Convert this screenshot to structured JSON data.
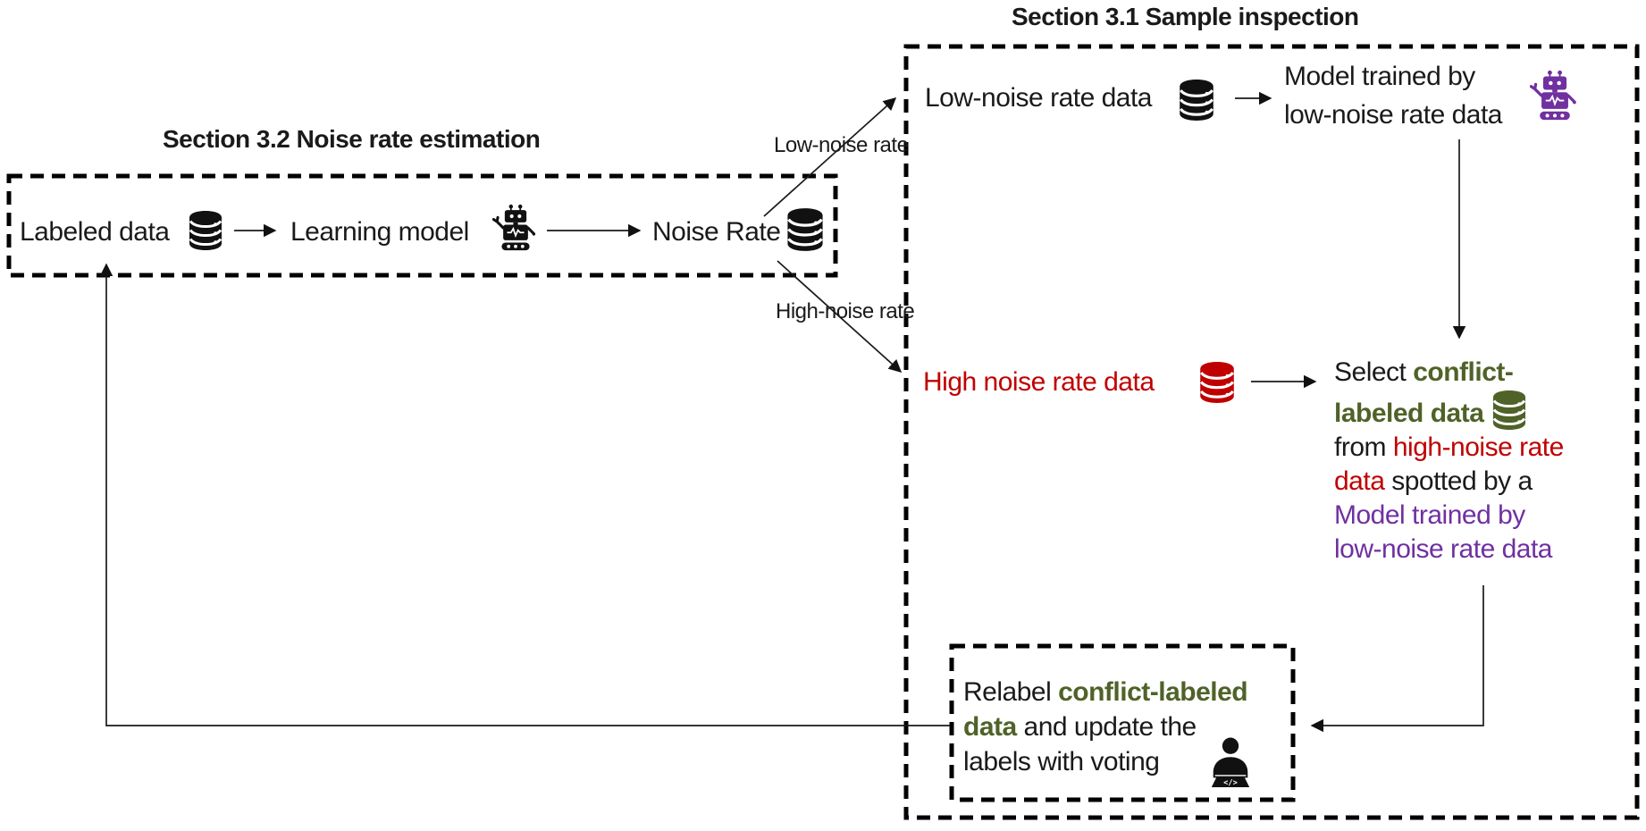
{
  "colors": {
    "text_black": "#1a1a1a",
    "purple": "#7030A0",
    "red": "#C00000",
    "dark_green": "#4F6228"
  },
  "icons": {
    "database-icon": "stacked cylinder database",
    "robot-icon": "robot with antennae and heartbeat chest",
    "person-laptop-icon": "person behind laptop showing </>"
  },
  "section32": {
    "title": "Section 3.2 Noise rate estimation",
    "labeled_data": "Labeled data",
    "learning_model": "Learning model",
    "noise_rate": "Noise Rate"
  },
  "branches": {
    "low": "Low-noise rate",
    "high": "High-noise rate"
  },
  "section31": {
    "title": "Section 3.1 Sample inspection",
    "low_noise_data": "Low-noise rate data",
    "model_line1": "Model trained by",
    "model_line2": "low-noise rate data",
    "high_noise_data": "High noise rate data",
    "select": {
      "l1a": "Select ",
      "l1b": "conflict-",
      "l2a": "labeled data",
      "l3a": "from ",
      "l3b": "high-noise rate",
      "l4a": "data",
      "l4b": " spotted by a",
      "l5": "Model trained by",
      "l6": "low-noise rate data"
    },
    "relabel": {
      "l1a": "Relabel ",
      "l1b": "conflict-labeled",
      "l2a": "data",
      "l2b": " and update the",
      "l3": "labels with voting"
    }
  }
}
